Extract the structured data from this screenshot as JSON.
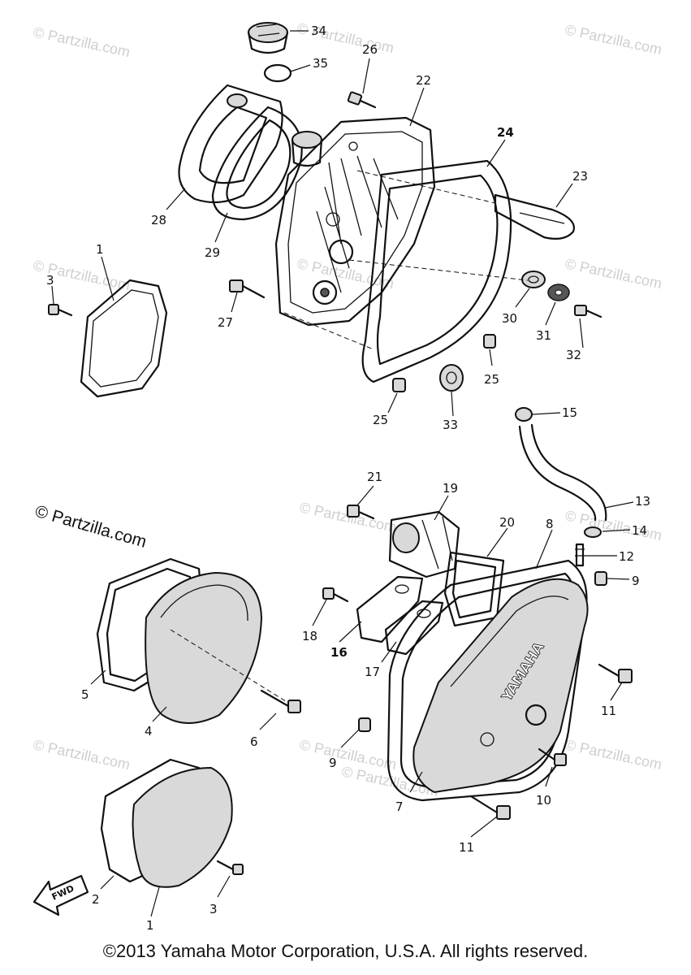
{
  "watermarks": [
    "© Partzilla.com",
    "© Partzilla.com",
    "© Partzilla.com",
    "© Partzilla.com",
    "© Partzilla.com",
    "© Partzilla.com",
    "© Partzilla.com",
    "© Partzilla.com",
    "© Partzilla.com",
    "© Partzilla.com",
    "© Partzilla.com",
    "© Partzilla.com"
  ],
  "main_watermark": "© Partzilla.com",
  "brand_logo": "YAMAHA",
  "fwd_label": "FWD",
  "callouts": [
    "34",
    "35",
    "26",
    "22",
    "24",
    "23",
    "28",
    "29",
    "1",
    "3",
    "27",
    "30",
    "31",
    "32",
    "25",
    "25",
    "33",
    "15",
    "13",
    "14",
    "12",
    "9",
    "21",
    "19",
    "20",
    "8",
    "18",
    "16",
    "17",
    "11",
    "5",
    "4",
    "6",
    "9",
    "10",
    "7",
    "11",
    "2",
    "3",
    "1"
  ],
  "copyright": "©2013 Yamaha Motor Corporation, U.S.A. All rights reserved."
}
